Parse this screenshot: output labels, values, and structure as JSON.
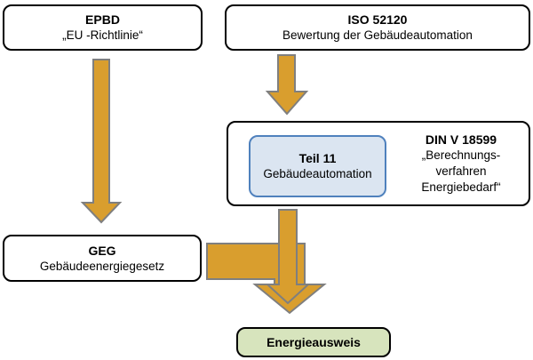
{
  "diagram": {
    "boxes": {
      "epbd": {
        "title": "EPBD",
        "subtitle": "„EU -Richtlinie“"
      },
      "iso": {
        "title": "ISO 52120",
        "subtitle": "Bewertung der Gebäudeautomation"
      },
      "din": {
        "title": "DIN V 18599",
        "subtitle_lines": [
          "„Berechnungs-",
          "verfahren",
          "Energiebedarf“"
        ]
      },
      "teil11": {
        "title": "Teil 11",
        "subtitle": "Gebäudeautomation"
      },
      "geg": {
        "title": "GEG",
        "subtitle": "Gebäudeenergiegesetz"
      },
      "energieausweis": {
        "title": "Energieausweis"
      }
    },
    "colors": {
      "arrow_fill": "#D99E2E",
      "arrow_stroke": "#7F7F7F",
      "box_border": "#000000",
      "teil11_fill": "#DBE5F1",
      "teil11_border": "#4F81BD",
      "energieausweis_fill": "#D7E4BD"
    }
  }
}
